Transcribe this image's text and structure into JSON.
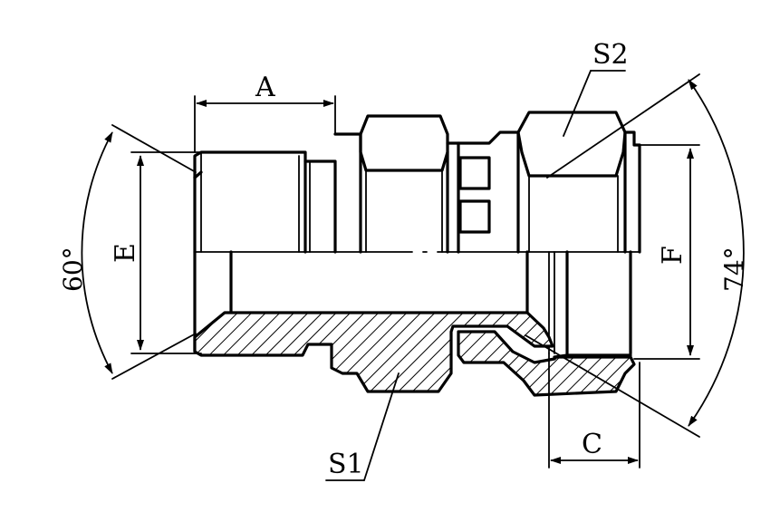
{
  "labels": {
    "A": "A",
    "C": "C",
    "E": "E",
    "F": "F",
    "S1": "S1",
    "S2": "S2",
    "angle_left": "60°",
    "angle_right": "74°"
  }
}
